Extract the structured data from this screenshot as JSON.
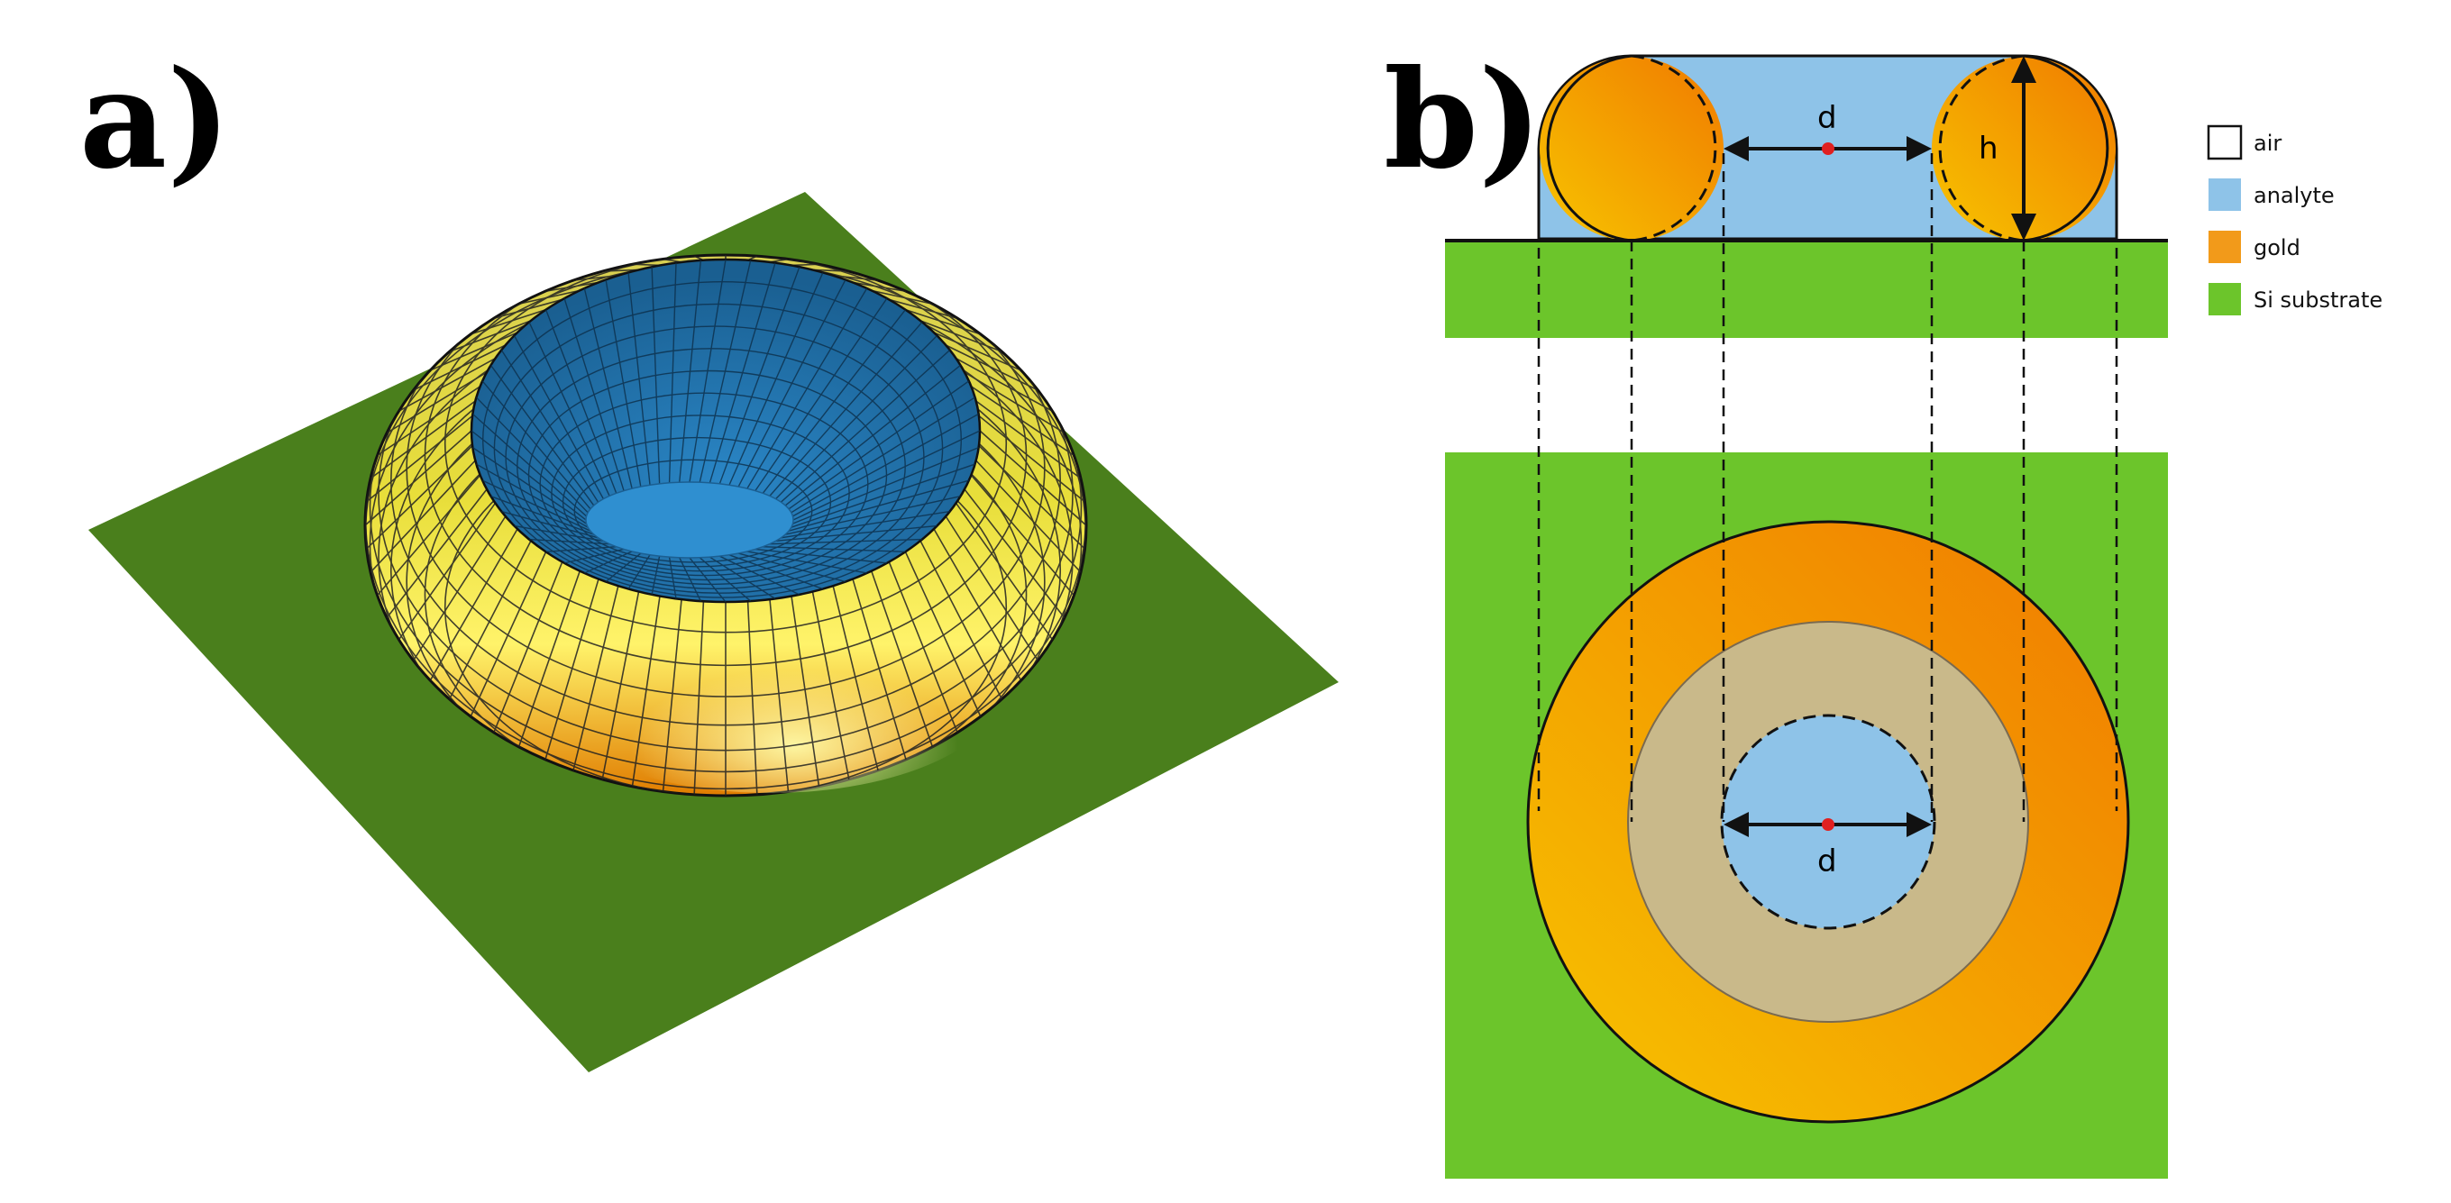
{
  "figure": {
    "panel_a": {
      "label": "a)"
    },
    "panel_b": {
      "label": "b)",
      "dimensions": {
        "top_diameter": "d",
        "height": "h",
        "bottom_diameter": "d"
      },
      "legend": [
        {
          "key": "air",
          "label": "air",
          "color": "#ffffff"
        },
        {
          "key": "analyte",
          "label": "analyte",
          "color": "#8ec3e8"
        },
        {
          "key": "gold",
          "label": "gold",
          "color": "#f29a1a"
        },
        {
          "key": "si",
          "label": "Si substrate",
          "color": "#6cc52b"
        }
      ]
    }
  },
  "colors": {
    "substrate_3d": "#4a7f1c",
    "torus_inner_blue": "#1f6fa6",
    "substrate_2d": "#6cc52b",
    "analyte": "#8ec3e8",
    "gold_light": "#f5c200",
    "gold_dark": "#f07d00",
    "center_dot": "#e02020"
  }
}
